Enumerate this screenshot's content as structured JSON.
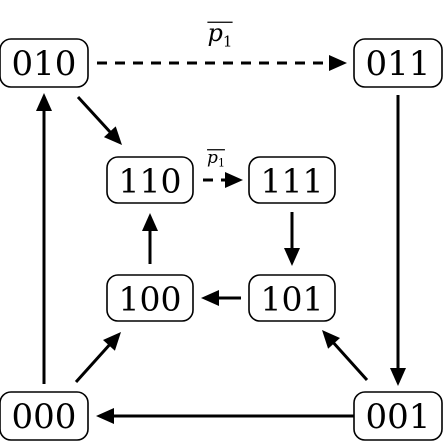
{
  "nodes": [
    {
      "id": "010",
      "label": "010"
    },
    {
      "id": "011",
      "label": "011"
    },
    {
      "id": "110",
      "label": "110"
    },
    {
      "id": "111",
      "label": "111"
    },
    {
      "id": "100",
      "label": "100"
    },
    {
      "id": "101",
      "label": "101"
    },
    {
      "id": "000",
      "label": "000"
    },
    {
      "id": "001",
      "label": "001"
    }
  ],
  "edges": [
    {
      "from": "010",
      "to": "011",
      "style": "dashed",
      "label": {
        "base": "p",
        "sub": "1",
        "overline": true
      }
    },
    {
      "from": "010",
      "to": "110",
      "style": "solid"
    },
    {
      "from": "011",
      "to": "001",
      "style": "solid"
    },
    {
      "from": "110",
      "to": "111",
      "style": "dashed",
      "label": {
        "base": "p",
        "sub": "1",
        "overline": true
      }
    },
    {
      "from": "111",
      "to": "101",
      "style": "solid"
    },
    {
      "from": "100",
      "to": "110",
      "style": "solid"
    },
    {
      "from": "101",
      "to": "100",
      "style": "solid"
    },
    {
      "from": "000",
      "to": "010",
      "style": "solid"
    },
    {
      "from": "000",
      "to": "100",
      "style": "solid"
    },
    {
      "from": "001",
      "to": "101",
      "style": "solid"
    },
    {
      "from": "001",
      "to": "000",
      "style": "solid"
    }
  ]
}
